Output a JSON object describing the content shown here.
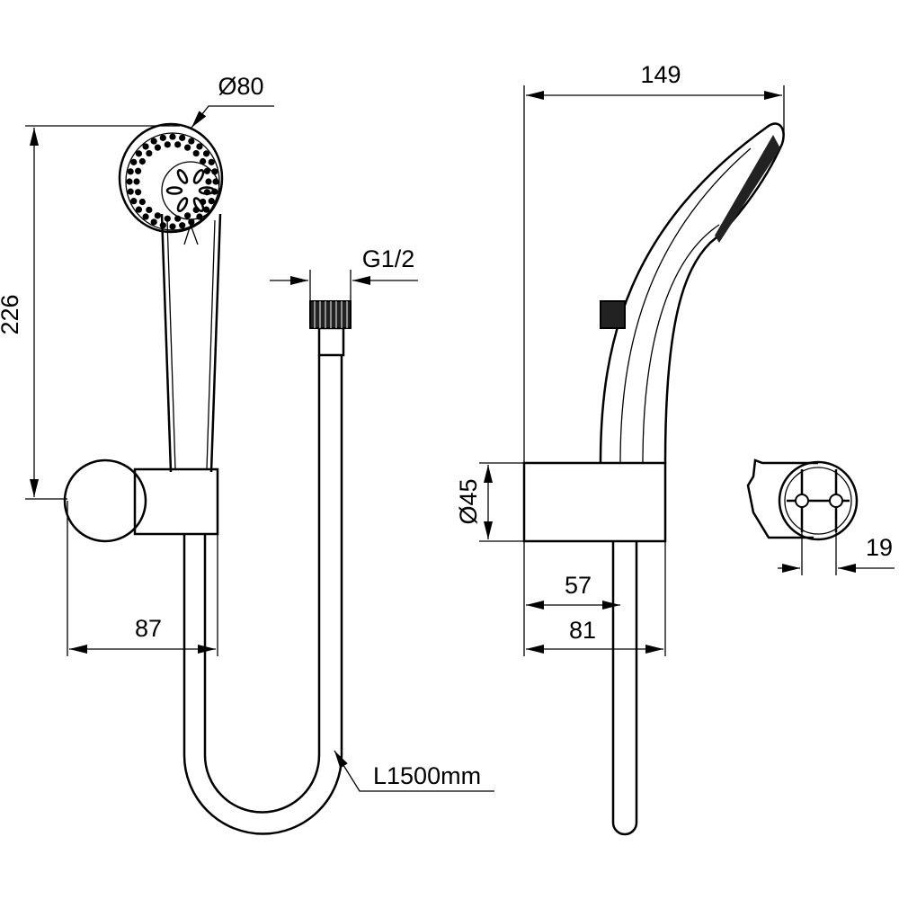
{
  "dimensions": {
    "head_diameter": "Ø80",
    "total_height": "226",
    "holder_projection": "87",
    "thread": "G1/2",
    "hose_length": "L1500mm",
    "side_depth": "149",
    "holder_diameter": "Ø45",
    "hose_offset": "57",
    "holder_width": "81",
    "hole_spacing": "19"
  },
  "colors": {
    "line": "#000000",
    "background": "#ffffff"
  }
}
